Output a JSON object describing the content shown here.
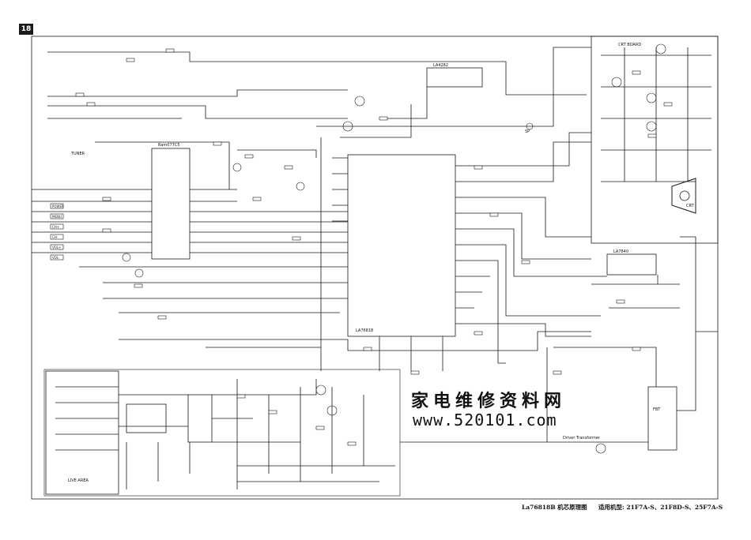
{
  "page_number": "18",
  "watermark": {
    "line1": "家电维修资料网",
    "line2": "www.520101.com"
  },
  "footer": {
    "left": "La76818B 机芯原理图",
    "right": "适用机型: 21F7A-S、21F8D-S、25F7A-S"
  },
  "labels": {
    "cpu": "LA76818",
    "micro": "Ram077C5",
    "crt_board": "CRT BOARD",
    "crt": "CRT",
    "vertical_ic": "LA7840",
    "audio_ic": "LA4282",
    "fbt": "FBT",
    "live_area": "LIVE AREA",
    "drive_transformer": "Driver Transformer",
    "keys": [
      "POWER",
      "MENU",
      "CH+",
      "CH-",
      "VOL+",
      "VOL-"
    ],
    "tuner": "TUNER",
    "speaker": "SP"
  }
}
